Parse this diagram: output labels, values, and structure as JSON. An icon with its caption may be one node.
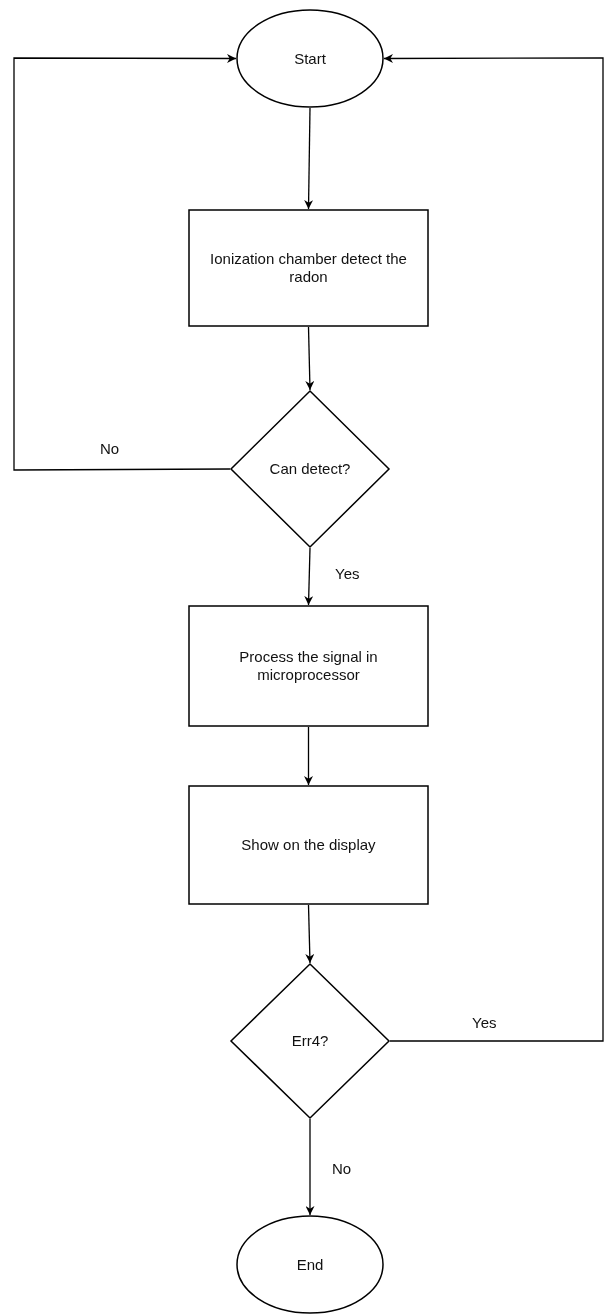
{
  "diagram": {
    "nodes": [
      {
        "text": [
          "Start"
        ]
      },
      {
        "text": [
          "Ionization chamber detect the radon"
        ]
      },
      {
        "text": [
          "Can detect?"
        ]
      },
      {
        "text": [
          "Process the signal in microprocessor"
        ]
      },
      {
        "text": [
          "Show on the display"
        ]
      },
      {
        "text": [
          "Err4?"
        ]
      },
      {
        "text": [
          "End"
        ]
      }
    ],
    "edges": [
      {
        "from": 0,
        "to": 1,
        "arrow": "to"
      },
      {
        "from": 1,
        "to": 2,
        "arrow": "to"
      },
      {
        "from": 2,
        "to": 3,
        "arrow": "to",
        "label": "Yes"
      },
      {
        "from": 3,
        "to": 4,
        "arrow": "to"
      },
      {
        "from": 4,
        "to": 5,
        "arrow": "to"
      },
      {
        "from": 5,
        "to": 6,
        "arrow": "to",
        "label": "No"
      },
      {
        "from": 2,
        "to": 0,
        "arrow": "to",
        "label": "No"
      },
      {
        "from": 5,
        "to": 0,
        "arrow": "to",
        "label": "Yes"
      }
    ]
  }
}
